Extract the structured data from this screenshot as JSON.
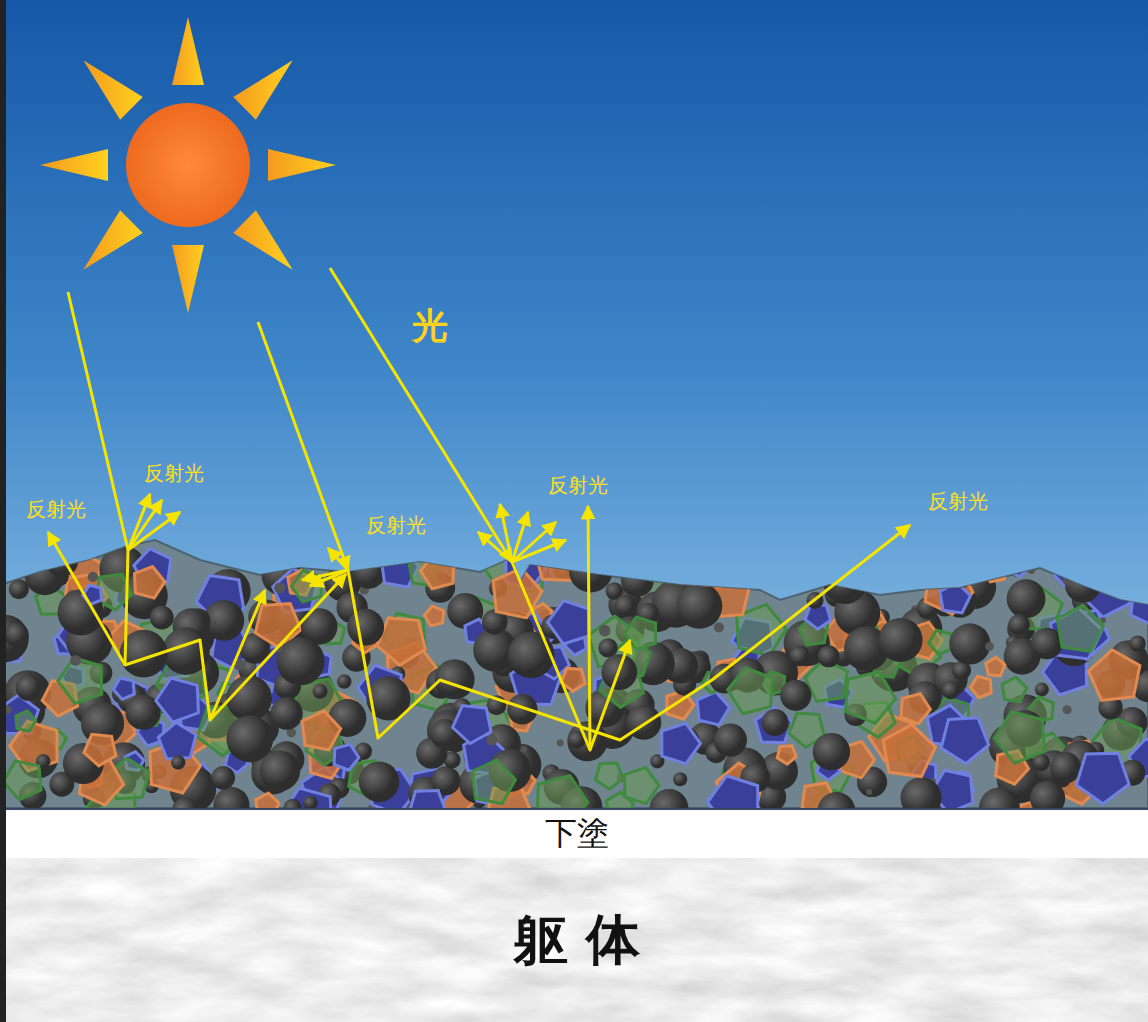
{
  "diagram": {
    "nodes": [
      {
        "text": [
          "下塗"
        ]
      },
      {
        "text": [
          "躯 体"
        ]
      }
    ],
    "labels": [
      "光",
      "反射光",
      "反射光",
      "反射光",
      "反射光",
      "反射光"
    ]
  }
}
